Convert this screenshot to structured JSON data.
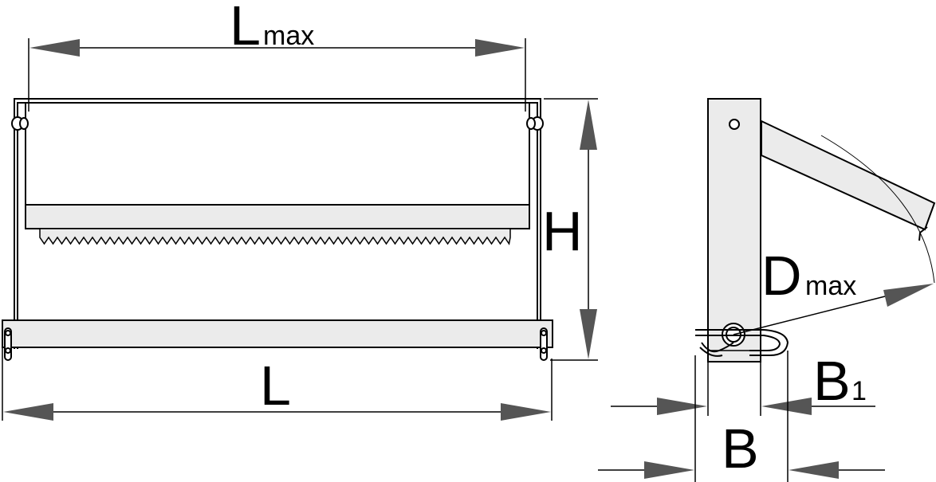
{
  "labels": {
    "lmax_main": "L",
    "lmax_sub": "max",
    "h": "H",
    "l": "L",
    "dmax_main": "D",
    "dmax_sub": "max",
    "b1_main": "B",
    "b1_sub": "1",
    "b": "B"
  },
  "colors": {
    "line": "#000000",
    "panel_fill": "#ebebeb",
    "arrow_fill": "#555555",
    "background": "#ffffff"
  }
}
